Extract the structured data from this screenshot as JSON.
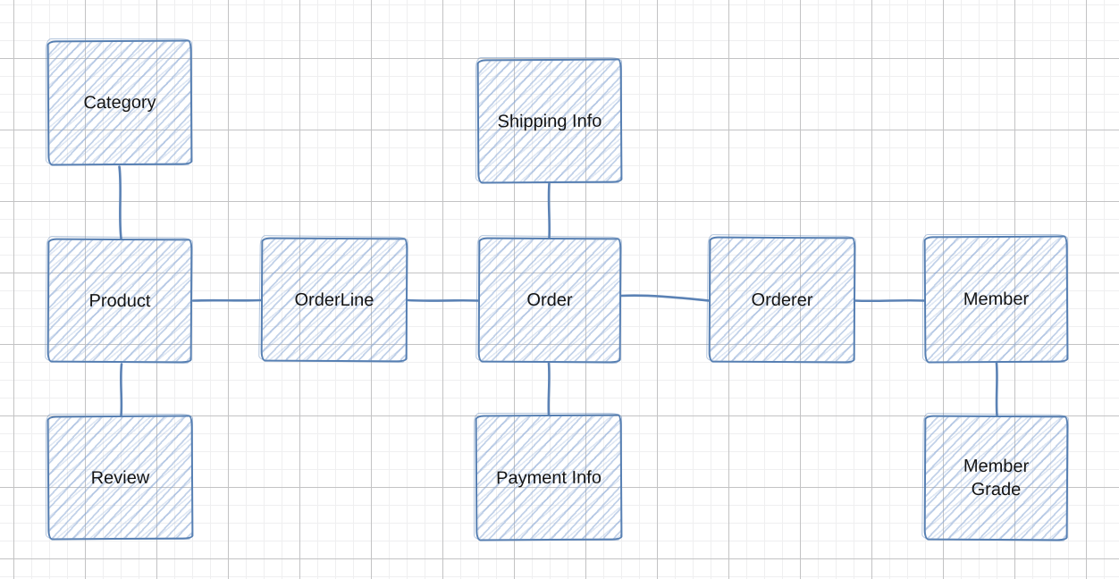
{
  "canvas": {
    "background_color": "#ffffff",
    "grid_minor_color": "#efeff0",
    "grid_major_color": "#c3c3c4",
    "stroke_color": "#567fb2",
    "hatch_color": "#9ebade",
    "text_color": "#141414"
  },
  "diagram": {
    "nodes": [
      {
        "id": "category",
        "label": "Category"
      },
      {
        "id": "product",
        "label": "Product"
      },
      {
        "id": "review",
        "label": "Review"
      },
      {
        "id": "orderline",
        "label": "OrderLine"
      },
      {
        "id": "shipping-info",
        "label": "Shipping Info"
      },
      {
        "id": "order",
        "label": "Order"
      },
      {
        "id": "payment-info",
        "label": "Payment Info"
      },
      {
        "id": "orderer",
        "label": "Orderer"
      },
      {
        "id": "member",
        "label": "Member"
      },
      {
        "id": "member-grade",
        "label": "Member Grade"
      }
    ],
    "edges": [
      {
        "from": "Category",
        "to": "Product"
      },
      {
        "from": "Product",
        "to": "Review"
      },
      {
        "from": "Product",
        "to": "OrderLine"
      },
      {
        "from": "OrderLine",
        "to": "Order"
      },
      {
        "from": "Shipping Info",
        "to": "Order"
      },
      {
        "from": "Order",
        "to": "Payment Info"
      },
      {
        "from": "Order",
        "to": "Orderer"
      },
      {
        "from": "Orderer",
        "to": "Member"
      },
      {
        "from": "Member",
        "to": "Member Grade"
      }
    ]
  }
}
